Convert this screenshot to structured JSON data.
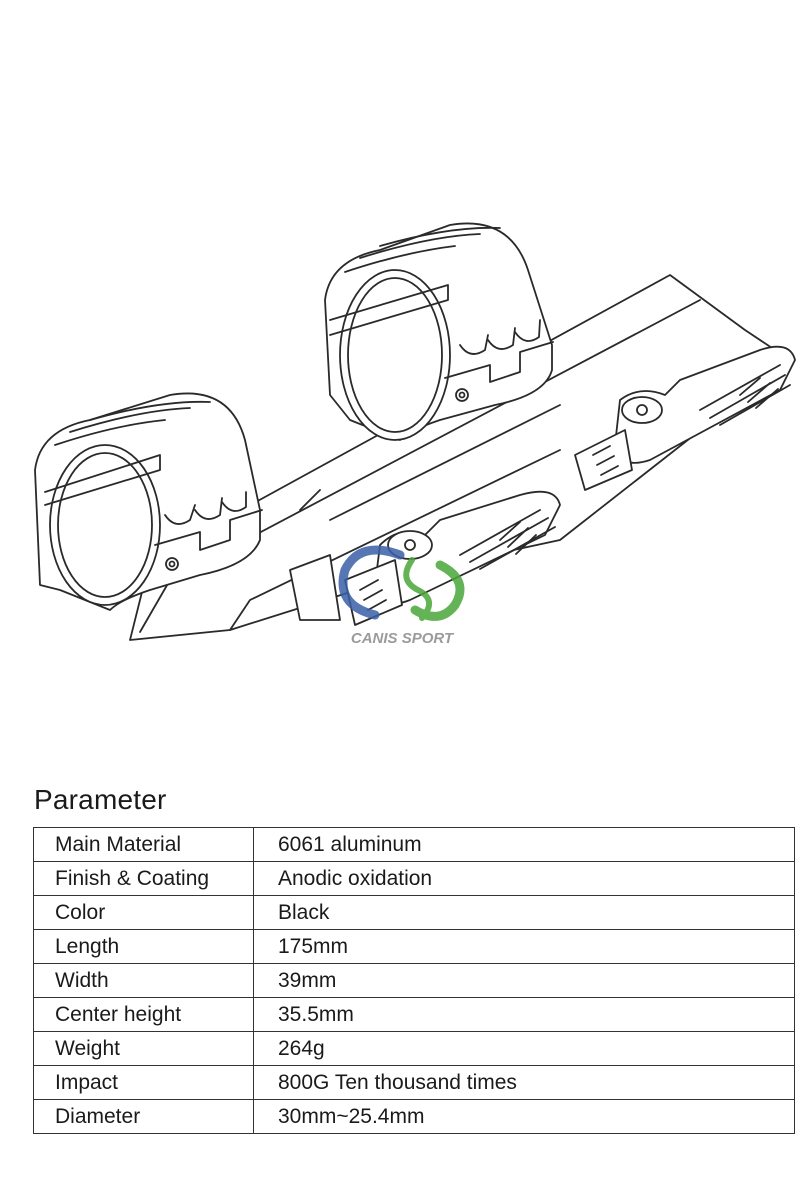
{
  "watermark": {
    "text": "CANIS SPORT",
    "colors": {
      "blue": "#3a5fa8",
      "green": "#4aa83a",
      "gray": "#8a8a8a"
    }
  },
  "section": {
    "title": "Parameter"
  },
  "parameters": [
    {
      "label": "Main Material",
      "value": "6061 aluminum"
    },
    {
      "label": "Finish & Coating",
      "value": "Anodic oxidation"
    },
    {
      "label": "Color",
      "value": "Black"
    },
    {
      "label": "Length",
      "value": "175mm"
    },
    {
      "label": "Width",
      "value": "39mm"
    },
    {
      "label": "Center height",
      "value": "35.5mm"
    },
    {
      "label": "Weight",
      "value": "264g"
    },
    {
      "label": "Impact",
      "value": "800G Ten thousand times"
    },
    {
      "label": "Diameter",
      "value": "30mm~25.4mm"
    }
  ]
}
